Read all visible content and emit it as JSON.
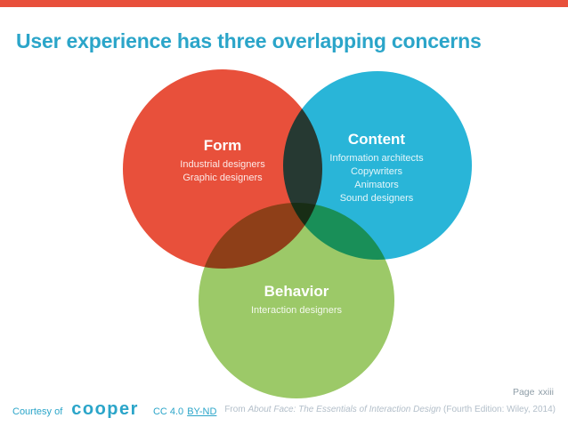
{
  "slide": {
    "title": "User experience has three overlapping concerns",
    "title_color": "#2BA5C9",
    "accent_bar_color": "#E8503B",
    "background_color": "#FFFFFF"
  },
  "venn": {
    "blend_mode": "multiply",
    "circles": [
      {
        "id": "form",
        "label": "Form",
        "sublabels": [
          "Industrial designers",
          "Graphic designers"
        ],
        "color": "#E8503B"
      },
      {
        "id": "content",
        "label": "Content",
        "sublabels": [
          "Information architects",
          "Copywriters",
          "Animators",
          "Sound designers"
        ],
        "color": "#29B5D8"
      },
      {
        "id": "behavior",
        "label": "Behavior",
        "sublabels": [
          "Interaction designers"
        ],
        "color": "#9CC968"
      }
    ]
  },
  "page_label": {
    "prefix": "Page",
    "number": "xxiii",
    "color": "#8E9DA7"
  },
  "footer": {
    "courtesy_text": "Courtesy of",
    "logo_text": "cooper",
    "license_text": "CC 4.0",
    "license_link": "BY-ND",
    "source_prefix": "From ",
    "source_title": "About Face: The Essentials of Interaction Design",
    "source_suffix": " (Fourth Edition: Wiley, 2014)",
    "teal_color": "#2BA5C9",
    "source_color": "#B2BEC9"
  }
}
